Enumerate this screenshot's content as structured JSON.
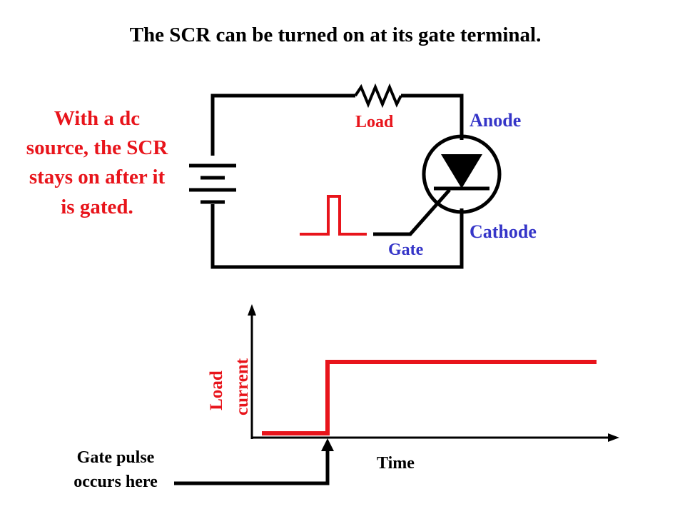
{
  "title": "The SCR can be turned on at its gate terminal.",
  "side_note": "With a dc source, the SCR stays on after it is gated.",
  "circuit": {
    "load_label": "Load",
    "anode_label": "Anode",
    "cathode_label": "Cathode",
    "gate_label": "Gate"
  },
  "graph": {
    "y_label": "Load current",
    "x_label": "Time",
    "annotation": "Gate pulse occurs here"
  },
  "colors": {
    "black": "#000000",
    "red": "#e8141b",
    "blue": "#3535c8"
  }
}
